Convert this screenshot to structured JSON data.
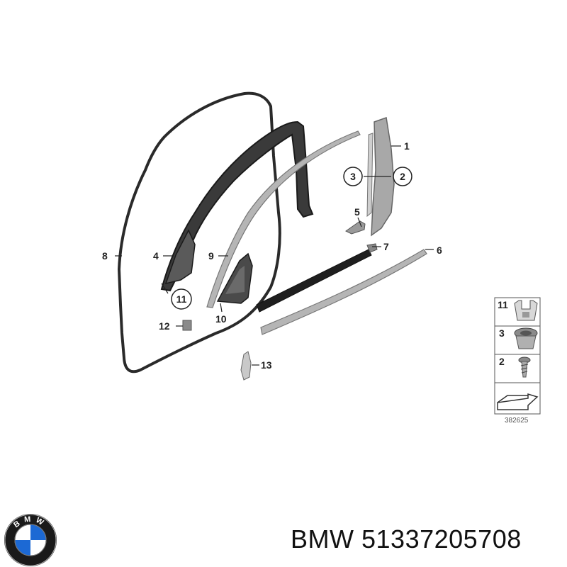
{
  "callouts": {
    "c1": "1",
    "c2": "2",
    "c3": "3",
    "c4": "4",
    "c5": "5",
    "c6": "6",
    "c7": "7",
    "c8": "8",
    "c9": "9",
    "c10": "10",
    "c11": "11",
    "c12": "12",
    "c13": "13"
  },
  "legend": {
    "rows": [
      {
        "num": "11",
        "icon": "clip-nut-icon"
      },
      {
        "num": "3",
        "icon": "expanding-nut-icon"
      },
      {
        "num": "2",
        "icon": "screw-icon"
      }
    ],
    "diagram_number": "382625"
  },
  "logo": {
    "text": "BMW"
  },
  "caption": {
    "brand": "BMW",
    "part_number": "51337205708"
  },
  "colors": {
    "seal": "#2a2a2a",
    "trim": "#9a9a9a",
    "accent_blue": "#1c69d4"
  }
}
